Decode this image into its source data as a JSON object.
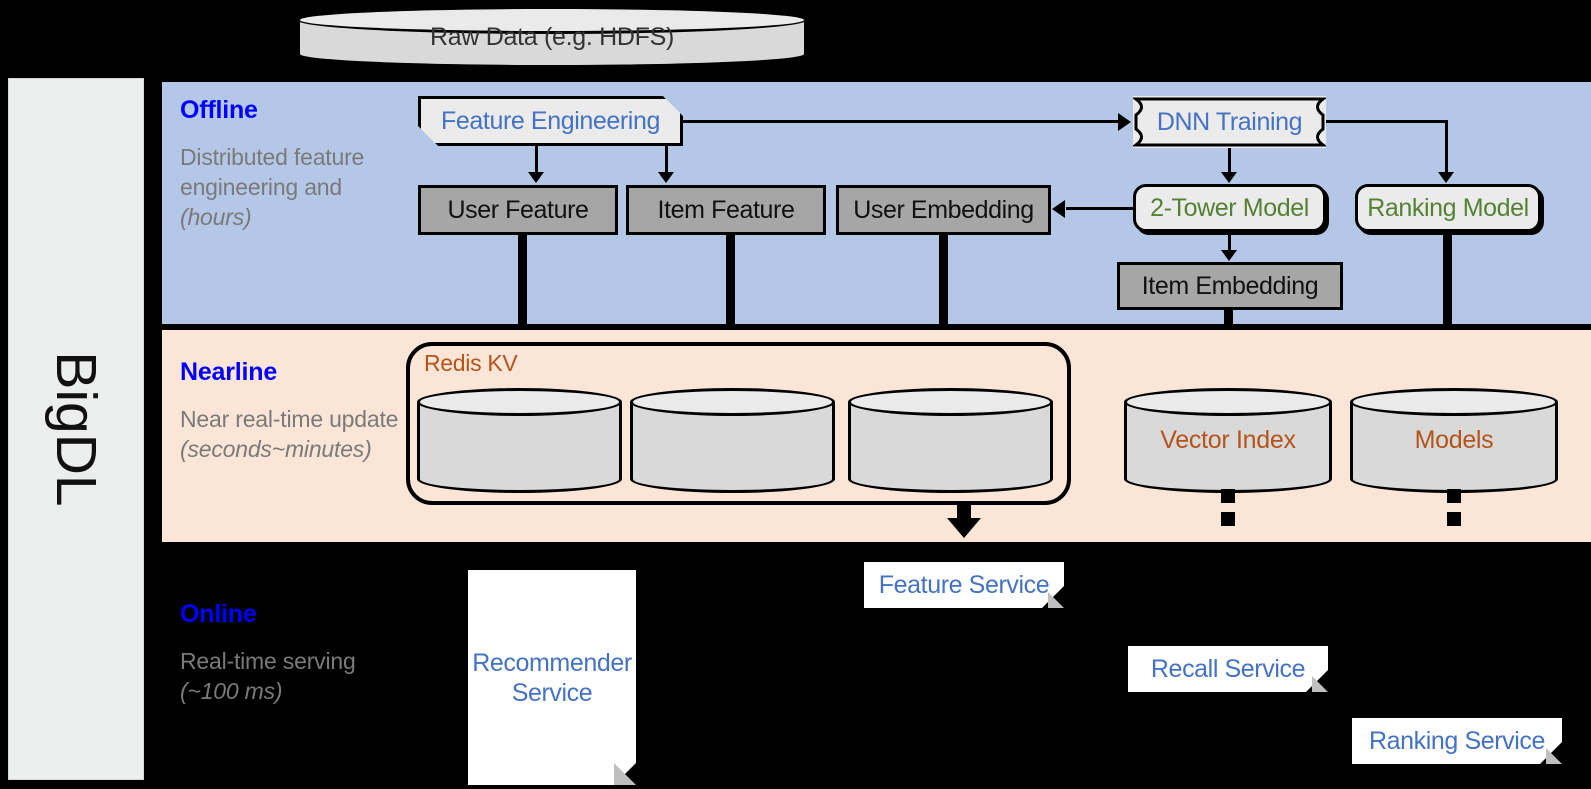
{
  "rail": {
    "label": "BigDL"
  },
  "colors": {
    "offline_band": "#b4c7e7",
    "nearline_band": "#fbe5d6",
    "online_band": "#000000",
    "band_title": "#0000ff",
    "band_sub": "#7a7a7a",
    "blue_text": "#4472c4",
    "green_text": "#548235",
    "brown_text": "#b4541a",
    "gray_box": "#a6a6a6",
    "light_box": "#ebebeb",
    "cylinder": "#d9d9d9"
  },
  "source": {
    "label": "Raw Data (e.g. HDFS)"
  },
  "bands": [
    {
      "id": "offline",
      "title": "Offline",
      "subtitle": "Distributed feature engineering and ",
      "subtitle_em": "(hours)"
    },
    {
      "id": "nearline",
      "title": "Nearline",
      "subtitle": "Near real-time update ",
      "subtitle_em": "(seconds~minutes)"
    },
    {
      "id": "online",
      "title": "Online",
      "subtitle": "Real-time serving ",
      "subtitle_em": "(~100 ms)"
    }
  ],
  "offline": {
    "feature_engineering": "Feature Engineering",
    "dnn_training": "DNN Training",
    "user_feature": "User Feature",
    "item_feature": "Item Feature",
    "user_embedding": "User Embedding",
    "two_tower_model": "2-Tower Model",
    "ranking_model": "Ranking Model",
    "item_embedding": "Item Embedding"
  },
  "nearline": {
    "group_label": "Redis KV",
    "store_user_feature": "",
    "store_item_feature": "",
    "store_user_embedding": "",
    "vector_index": "Vector Index",
    "models": "Models"
  },
  "online": {
    "recommender_service": "Recommender Service",
    "feature_service": "Feature Service",
    "recall_service": "Recall Service",
    "ranking_service": "Ranking Service"
  }
}
